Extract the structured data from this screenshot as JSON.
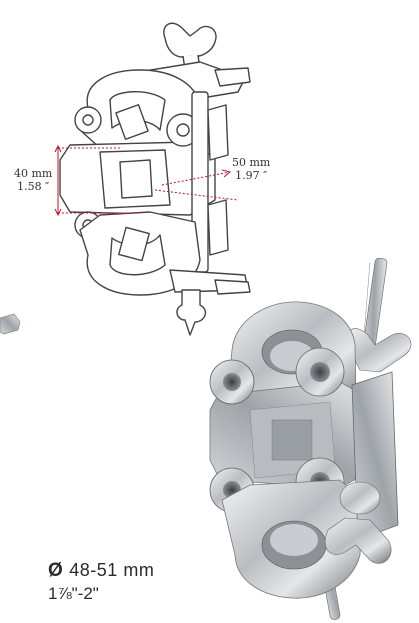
{
  "dimensions": {
    "height_mm": "40 mm",
    "height_in": "1.58 ″",
    "width_mm": "50 mm",
    "width_in": "1.97 ″"
  },
  "spec": {
    "diameter_symbol": "Ø",
    "diameter_mm": "48-51 mm",
    "diameter_in": "1⅞\"-2\""
  },
  "colors": {
    "line": "#444444",
    "dimension": "#c8102e",
    "metal_light": "#d9dbdd",
    "metal_dark": "#7d8287"
  }
}
